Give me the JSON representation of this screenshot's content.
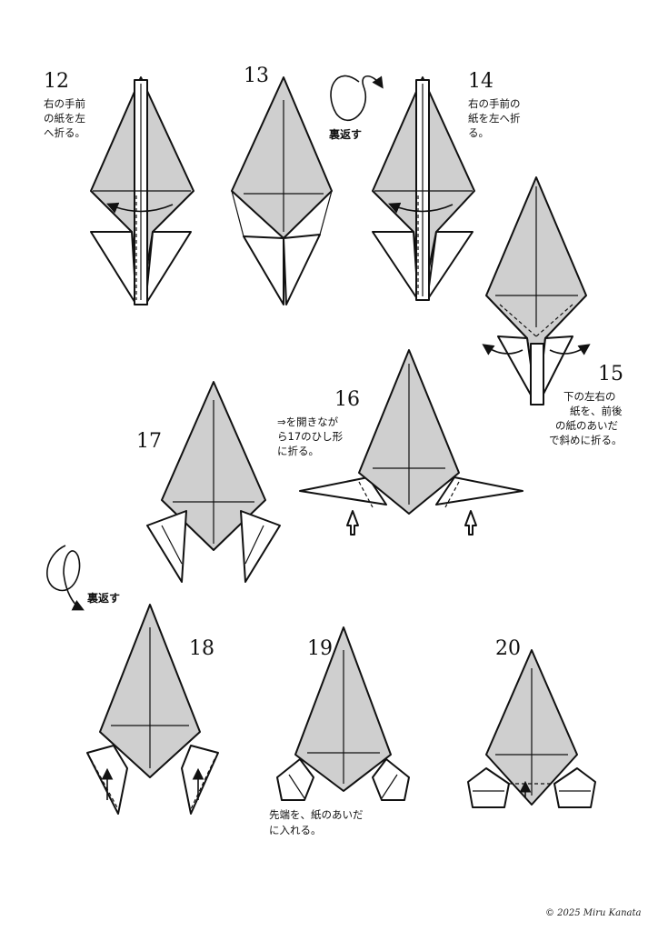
{
  "steps": [
    {
      "number": "12",
      "text": [
        "右の手前",
        "の紙を左",
        "へ折る。"
      ]
    },
    {
      "number": "13",
      "text": []
    },
    {
      "number": "14",
      "text": [
        "右の手前の",
        "紙を左へ折",
        "る。"
      ]
    },
    {
      "number": "15",
      "text": [
        "下の左右の",
        "紙を、前後",
        "の紙のあいだ",
        "で斜めに折る。"
      ]
    },
    {
      "number": "16",
      "text": [
        "⇒を開きなが",
        "ら17のひし形",
        "に折る。"
      ]
    },
    {
      "number": "17",
      "text": []
    },
    {
      "number": "18",
      "text": []
    },
    {
      "number": "19",
      "text": [
        "先端を、紙のあいだ",
        "に入れる。"
      ]
    },
    {
      "number": "20",
      "text": []
    }
  ],
  "flip_labels": [
    "裏返す",
    "裏返す"
  ],
  "copyright": "© 2025 Miru Kanata",
  "colors": {
    "paper_gray": "#cfcfcf",
    "line": "#111111",
    "background": "#ffffff"
  },
  "icons": [
    "flip-over-arrow-icon",
    "fold-direction-arrow-icon",
    "open-arrow-icon"
  ]
}
